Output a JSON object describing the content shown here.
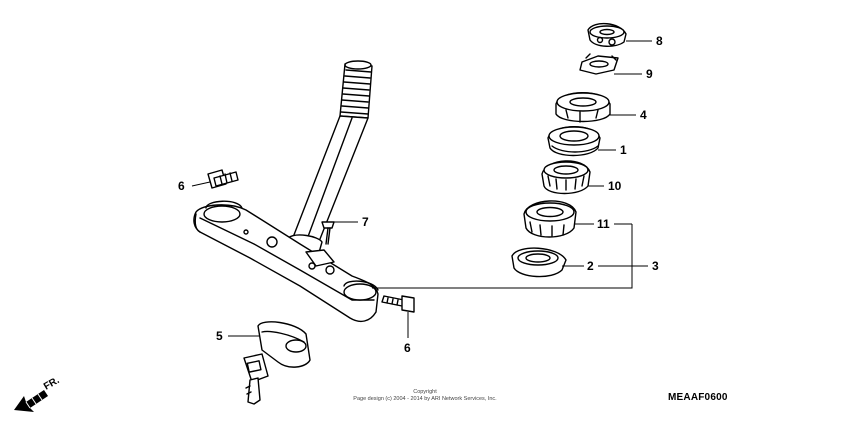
{
  "diagram": {
    "code": "MEAAF0600",
    "direction_marker": "FR.",
    "copyright_heading": "Copyright",
    "copyright_line": "Page design (c) 2004 - 2014 by ARI Network Services, Inc."
  },
  "callouts": [
    {
      "id": "c8",
      "label": "8"
    },
    {
      "id": "c9",
      "label": "9"
    },
    {
      "id": "c4",
      "label": "4"
    },
    {
      "id": "c1",
      "label": "1"
    },
    {
      "id": "c10",
      "label": "10"
    },
    {
      "id": "c11",
      "label": "11"
    },
    {
      "id": "c2",
      "label": "2"
    },
    {
      "id": "c3",
      "label": "3"
    },
    {
      "id": "c6a",
      "label": "6"
    },
    {
      "id": "c7",
      "label": "7"
    },
    {
      "id": "c6b",
      "label": "6"
    },
    {
      "id": "c5",
      "label": "5"
    }
  ]
}
